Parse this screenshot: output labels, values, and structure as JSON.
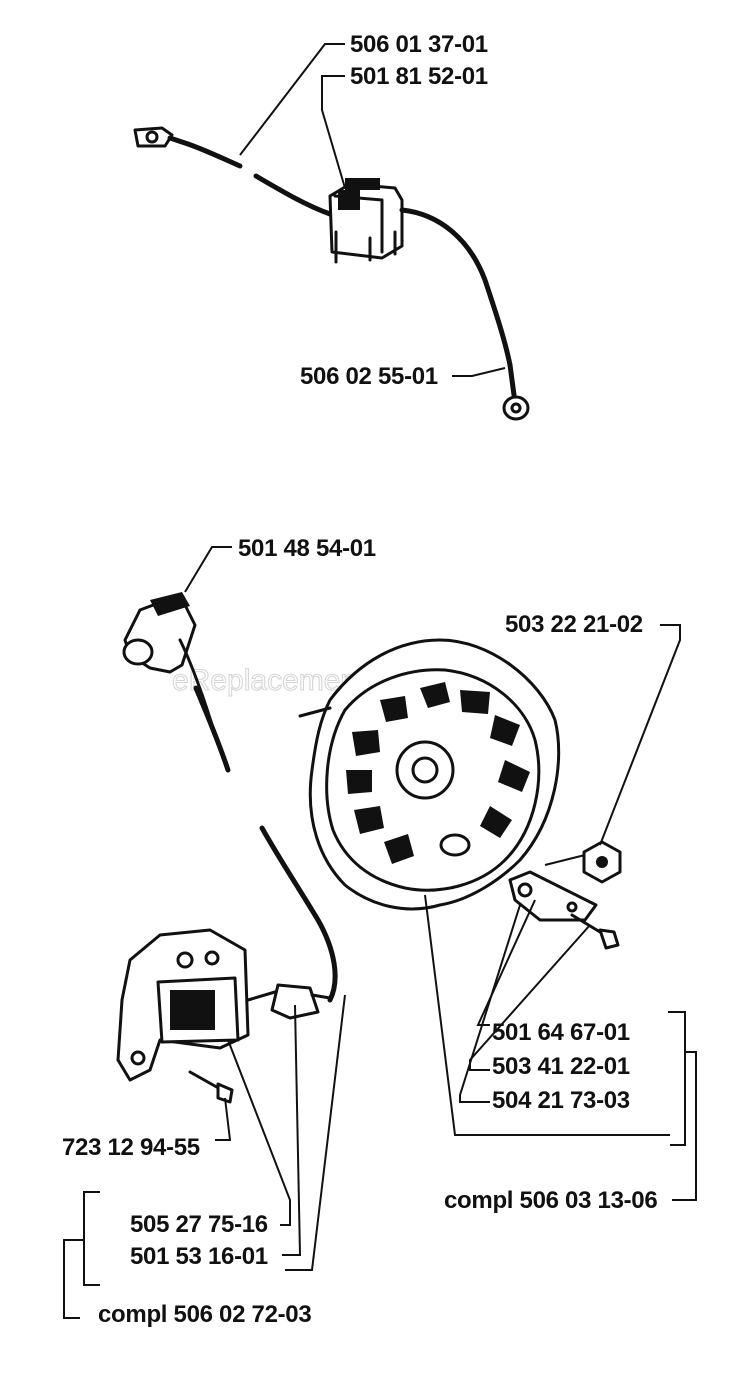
{
  "watermark": "eReplacementParts.com",
  "labels": {
    "wire_top": "506 01 37-01",
    "cap_top": "501 81 52-01",
    "cable_end": "506 02 55-01",
    "spark_boot": "501 48 54-01",
    "flywheel_nut": "503 22 21-02",
    "pawl": "501 64 67-01",
    "spring": "503 41 22-01",
    "pawl_screw": "504 21 73-03",
    "flywheel_compl": "compl 506 03 13-06",
    "coil_screw": "723 12 94-55",
    "ignition_coil": "505 27 75-16",
    "cable_sleeve": "501 53 16-01",
    "coil_compl": "compl 506 02 72-03"
  },
  "icons": {
    "wire_terminal": "ring-terminal-icon",
    "capacitor": "capacitor-block-icon",
    "spark_plug_boot": "spark-plug-boot-icon",
    "flywheel": "flywheel-icon",
    "nut": "hex-nut-icon",
    "pawl": "starter-pawl-icon",
    "screw": "screw-icon",
    "coil": "ignition-coil-icon"
  }
}
